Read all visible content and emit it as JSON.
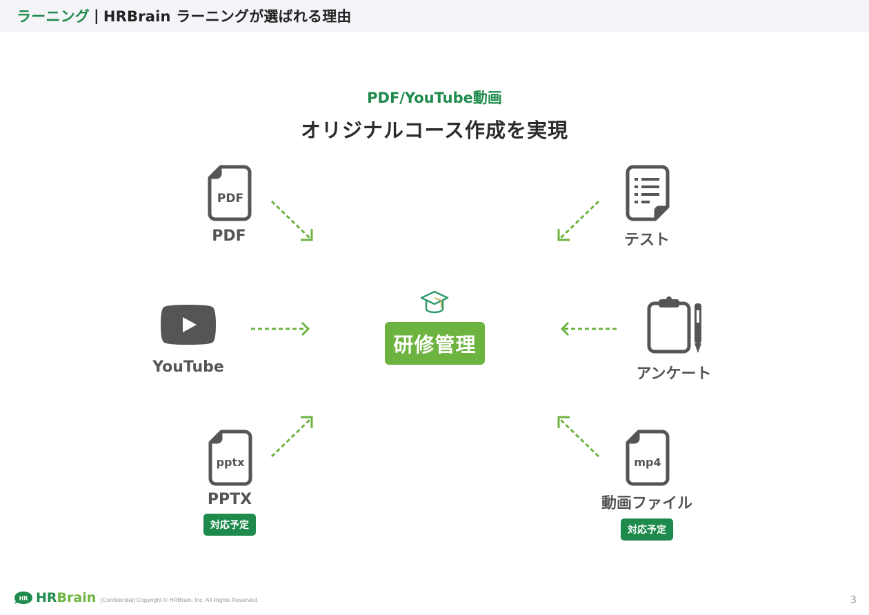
{
  "header": {
    "highlight": "ラーニング",
    "separator": "|",
    "title": "HRBrain ラーニングが選ばれる理由"
  },
  "slide": {
    "subtitle": "PDF/YouTube動画",
    "title": "オリジナルコース作成を実現",
    "center_label": "研修管理",
    "center_icon": "graduation-cap-icon",
    "items": [
      {
        "id": "pdf",
        "label": "PDF",
        "icon": "pdf-file-icon",
        "icon_text": "PDF",
        "badge": null
      },
      {
        "id": "test",
        "label": "テスト",
        "icon": "document-list-icon",
        "badge": null
      },
      {
        "id": "youtube",
        "label": "YouTube",
        "icon": "youtube-play-icon",
        "badge": null
      },
      {
        "id": "survey",
        "label": "アンケート",
        "icon": "clipboard-pen-icon",
        "badge": null
      },
      {
        "id": "pptx",
        "label": "PPTX",
        "icon": "pptx-file-icon",
        "icon_text": "pptx",
        "badge": "対応予定"
      },
      {
        "id": "video",
        "label": "動画ファイル",
        "icon": "mp4-file-icon",
        "icon_text": "mp4",
        "badge": "対応予定"
      }
    ]
  },
  "footer": {
    "logo_hr": "HR",
    "logo_brain": "Brain",
    "logo_badge": "HR",
    "copyright": "[Confidential] Copyright © HRBrain, Inc. All Rights Reserved.",
    "page_number": "3"
  },
  "colors": {
    "brand_green": "#1e8a4c",
    "accent_green": "#6db33f",
    "icon_gray": "#555555",
    "header_bg": "#f5f4f9"
  }
}
